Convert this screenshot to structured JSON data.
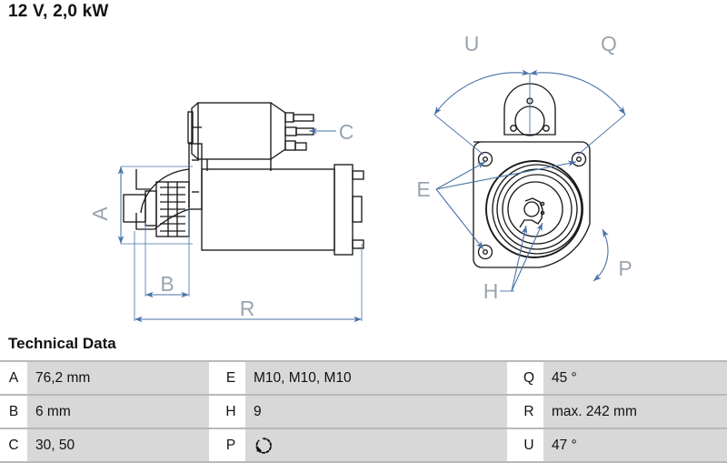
{
  "header": {
    "title": "12 V, 2,0 kW"
  },
  "technical_data": {
    "heading": "Technical Data",
    "rows": [
      {
        "c1_key": "A",
        "c1_val": "76,2 mm",
        "c2_key": "E",
        "c2_val": "M10, M10, M10",
        "c3_key": "Q",
        "c3_val": "45 °"
      },
      {
        "c1_key": "B",
        "c1_val": "6 mm",
        "c2_key": "H",
        "c2_val": "9",
        "c3_key": "R",
        "c3_val": "max. 242 mm"
      },
      {
        "c1_key": "C",
        "c1_val": "30, 50",
        "c2_key": "P",
        "c2_val": "",
        "c2_icon": "rotation-direction-icon",
        "c3_key": "U",
        "c3_val": "47 °"
      }
    ]
  },
  "drawing": {
    "side_view": {
      "labels": {
        "a": "A",
        "b": "B",
        "c": "C",
        "r": "R"
      }
    },
    "front_view": {
      "labels": {
        "u": "U",
        "q": "Q",
        "e": "E",
        "h": "H",
        "p": "P"
      }
    },
    "colors": {
      "outline": "#1a1a1a",
      "dimension": "#4a72a8",
      "label": "#9aa4ae"
    }
  }
}
